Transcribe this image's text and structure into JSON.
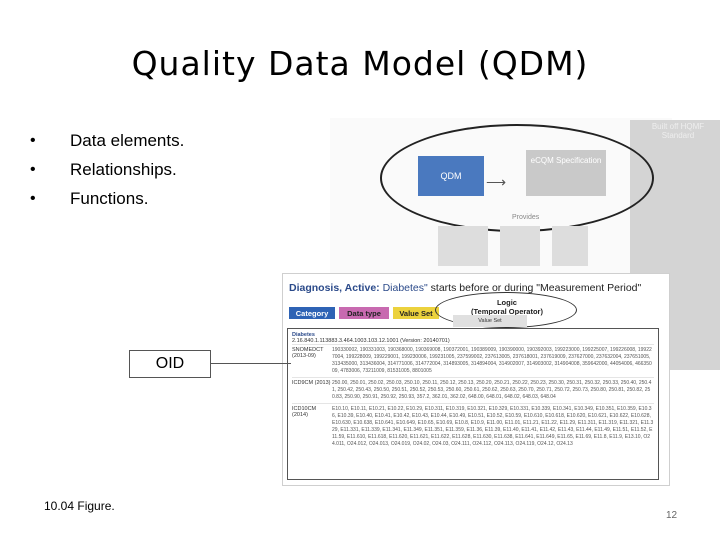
{
  "slide": {
    "title": "Quality Data Model (QDM)",
    "bullets": [
      "Data elements.",
      "Relationships.",
      "Functions."
    ],
    "bullet_glyph": "•",
    "caption": "10.04 Figure.",
    "page_number": "12"
  },
  "figure": {
    "qdm_label": "QDM",
    "spec_label": "eCQM Specification",
    "hqmf_label": "Built off HQMF Standard",
    "provides_label": "Provides",
    "header": {
      "part1": "Diagnosis,",
      "part2": "Active:",
      "part3": "Diabetes\"",
      "part4": "starts before or during \"Measurement Period\""
    },
    "chips": {
      "category": "Category",
      "data_type": "Data type",
      "value_set": "Value Set"
    },
    "logic": {
      "line1": "Logic",
      "line2": "(Temporal Operator)"
    },
    "value_set_tab": "Value Set",
    "oid_label": "OID",
    "value_set": {
      "name": "Diabetes",
      "oid": "2.16.840.1.113883.3.464.1003.103.12.1001 (Version: 20140701)",
      "rows": [
        {
          "system": "SNOMEDCT (2013-09)",
          "codes": "190330002, 190331003, 190368000, 190369008, 190372001, 190389009, 190390000, 190392003, 199223000, 199225007, 199226008, 199227004, 199228009, 199229001, 199230006, 199231005, 237599002, 237613005, 237618001, 237619009, 237627000, 237632004, 237651005, 313435000, 313436004, 314771006, 314772004, 314893005, 314894004, 314902007, 314903002, 314904008, 359642000, 44054006, 46635009, 4783006, 73211009, 81531005, 8801005"
        },
        {
          "system": "ICD9CM (2013)",
          "codes": "250.00, 250.01, 250.02, 250.03, 250.10, 250.11, 250.12, 250.13, 250.20, 250.21, 250.22, 250.23, 250.30, 250.31, 250.32, 250.33, 250.40, 250.41, 250.42, 250.43, 250.50, 250.51, 250.52, 250.53, 250.60, 250.61, 250.62, 250.63, 250.70, 250.71, 250.72, 250.73, 250.80, 250.81, 250.82, 250.83, 250.90, 250.91, 250.92, 250.93, 357.2, 362.01, 362.02, 648.00, 648.01, 648.02, 648.03, 648.04"
        },
        {
          "system": "ICD10CM (2014)",
          "codes": "E10.10, E10.11, E10.21, E10.22, E10.29, E10.311, E10.319, E10.321, E10.329, E10.331, E10.339, E10.341, E10.349, E10.351, E10.359, E10.36, E10.39, E10.40, E10.41, E10.42, E10.43, E10.44, E10.49, E10.51, E10.52, E10.59, E10.610, E10.618, E10.620, E10.621, E10.622, E10.628, E10.630, E10.638, E10.641, E10.649, E10.65, E10.69, E10.8, E10.9, E11.00, E11.01, E11.21, E11.22, E11.29, E11.311, E11.319, E11.321, E11.329, E11.331, E11.339, E11.341, E11.349, E11.351, E11.359, E11.36, E11.39, E11.40, E11.41, E11.42, E11.43, E11.44, E11.49, E11.51, E11.52, E11.59, E11.610, E11.618, E11.620, E11.621, E11.622, E11.628, E11.630, E11.638, E11.641, E11.649, E11.65, E11.69, E11.8, E11.9, E13.10, O24.011, O24.012, O24.013, O24.019, O24.02, O24.03, O24.111, O24.112, O24.113, O24.119, O24.12, O24.13"
        }
      ]
    }
  },
  "colors": {
    "category_chip": "#2e63b5",
    "data_type_chip": "#c86ab0",
    "value_set_chip": "#ecd23d",
    "qdm_box": "#4a79bf",
    "header_text": "#2b4a8a"
  }
}
